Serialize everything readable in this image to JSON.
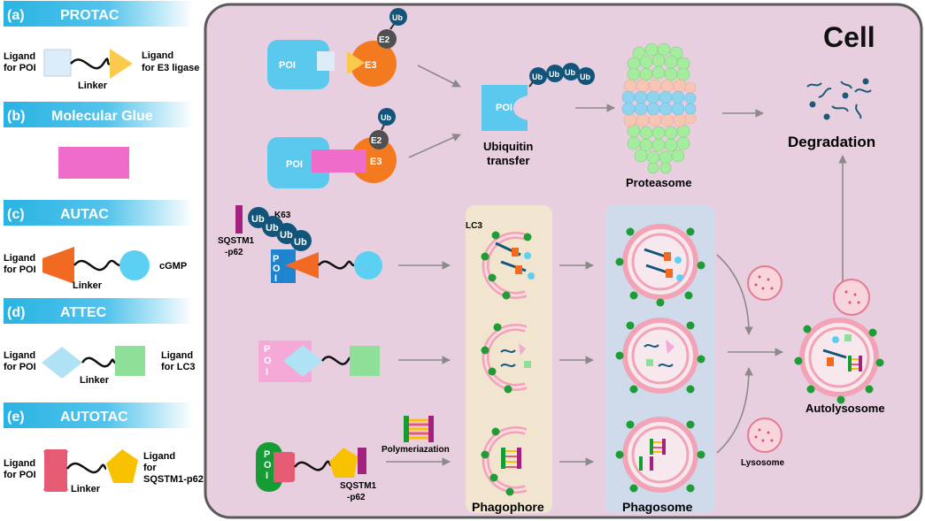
{
  "panels": {
    "a": {
      "tag": "(a)",
      "title": "PROTAC",
      "ligand_poi": [
        "Ligand",
        "for POI"
      ],
      "ligand_e3": [
        "Ligand",
        "for E3 ligase"
      ],
      "linker": "Linker"
    },
    "b": {
      "tag": "(b)",
      "title": "Molecular Glue"
    },
    "c": {
      "tag": "(c)",
      "title": "AUTAC",
      "ligand_poi": [
        "Ligand",
        "for POI"
      ],
      "linker": "Linker",
      "cgmp": "cGMP"
    },
    "d": {
      "tag": "(d)",
      "title": "ATTEC",
      "ligand_poi": [
        "Ligand",
        "for POI"
      ],
      "ligand_lc3": [
        "Ligand",
        "for LC3"
      ],
      "linker": "Linker"
    },
    "e": {
      "tag": "(e)",
      "title": "AUTOTAC",
      "ligand_poi": [
        "Ligand",
        "for POI"
      ],
      "ligand_p62": [
        "Ligand",
        "for",
        "SQSTM1-p62"
      ],
      "linker": "Linker"
    }
  },
  "cell": {
    "title": "Cell",
    "poi": "POI",
    "poi_vertical": [
      "P",
      "O",
      "I"
    ],
    "e3": "E3",
    "e2": "E2",
    "ub": "Ub",
    "k63": "K63",
    "sqstm1_p62": [
      "SQSTM1",
      "-p62"
    ],
    "ubiquitin_transfer": [
      "Ubiquitin",
      "transfer"
    ],
    "proteasome": "Proteasome",
    "degradation": "Degradation",
    "lc3": "LC3",
    "polymerization": "Polymeriazation",
    "phagophore": "Phagophore",
    "phagosome": "Phagosome",
    "lysosome": "Lysosome",
    "autolysosome": "Autolysosome"
  },
  "colors": {
    "panel_header": "#29b3e3",
    "cell_bg": "#e8cfe0",
    "poi": "#5bc8ee",
    "e3": "#f47a1f",
    "e2": "#505050",
    "ub": "#13557a",
    "glue": "#f06ccb",
    "lc3_ligand": "#8ee099",
    "p62_ligand": "#f9c200",
    "autotac_red": "#e55b73",
    "sqstm1": "#a4227f",
    "membrane": "#f2a4b6",
    "green_dot": "#1e9c35"
  }
}
